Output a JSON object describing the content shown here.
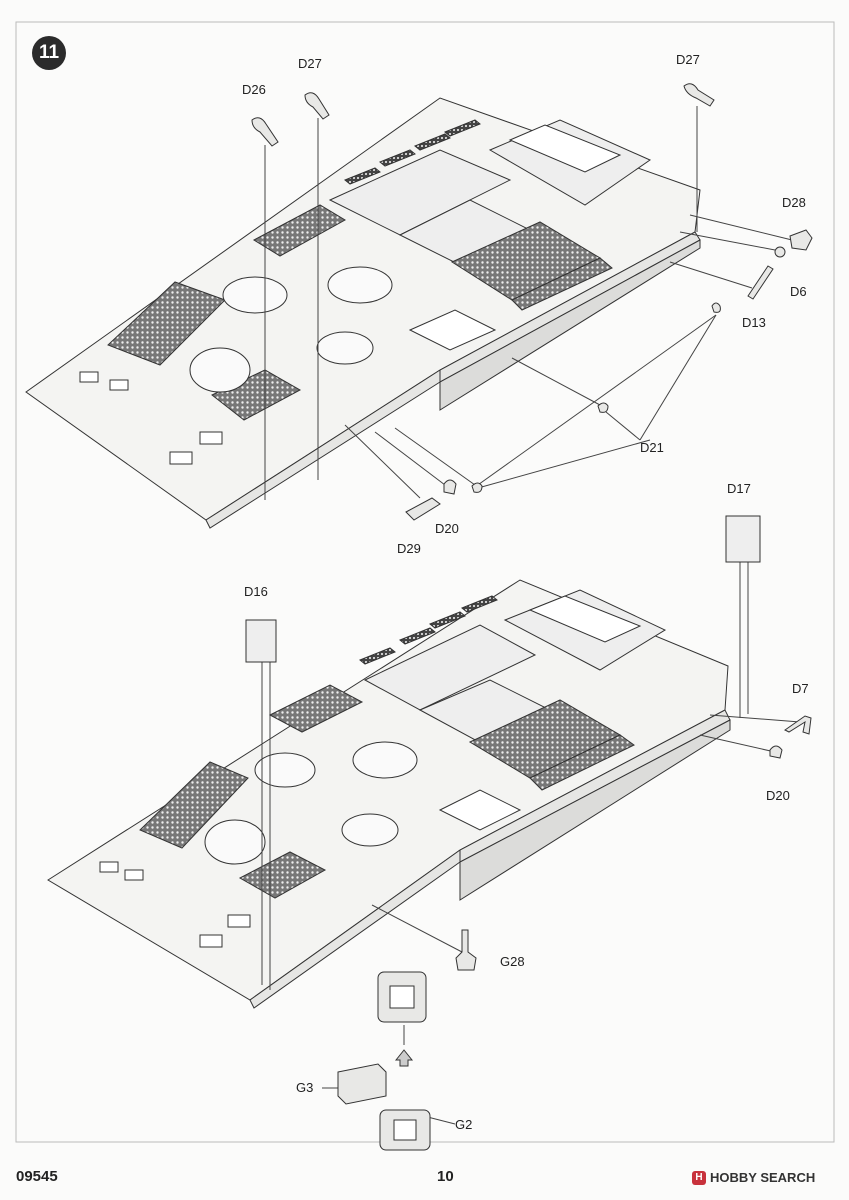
{
  "step_number": "11",
  "footer": {
    "product_code": "09545",
    "page_number": "10"
  },
  "watermark": {
    "icon": "hobby-search-logo-icon",
    "text": "HOBBY SEARCH"
  },
  "parts": {
    "d26": "D26",
    "d27_top": "D27",
    "d27_right": "D27",
    "d28": "D28",
    "d6": "D6",
    "d13": "D13",
    "d21": "D21",
    "d20_top": "D20",
    "d29": "D29",
    "d17": "D17",
    "d16": "D16",
    "d7": "D7",
    "d20_bottom": "D20",
    "g28": "G28",
    "g3": "G3",
    "g2": "G2"
  },
  "colors": {
    "line": "#333333",
    "hull_fill": "#f2f2f0",
    "mesh": "#555555"
  }
}
